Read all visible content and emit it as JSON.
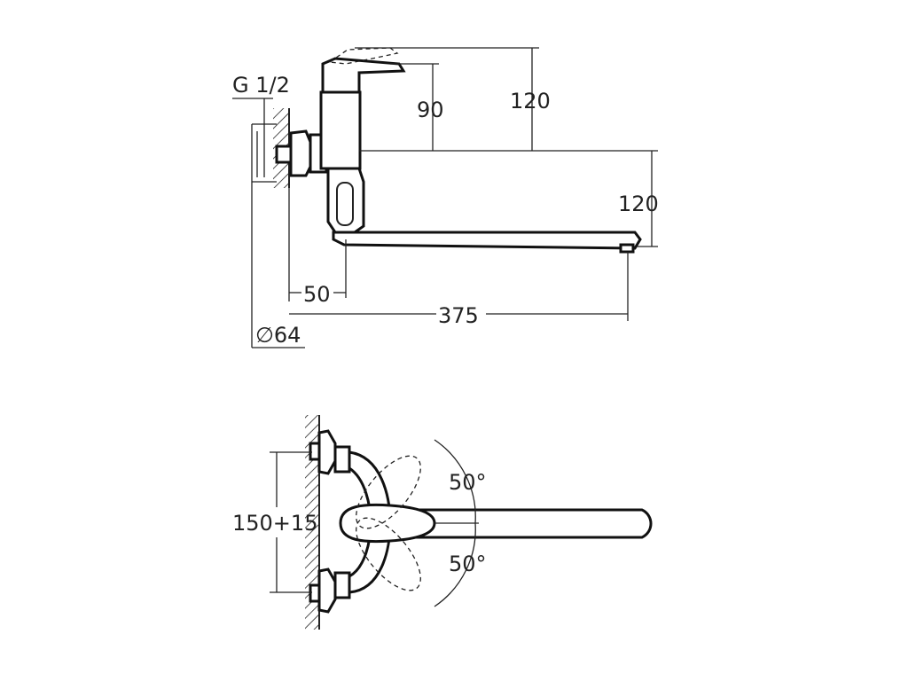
{
  "labels": {
    "thread": "G 1/2",
    "dim_90": "90",
    "dim_120_top": "120",
    "dim_120_right": "120",
    "dim_50": "50",
    "dim_375": "375",
    "dim_diameter": "∅64",
    "dim_spacing": "150+15",
    "angle_upper": "50°",
    "angle_lower": "50°"
  }
}
